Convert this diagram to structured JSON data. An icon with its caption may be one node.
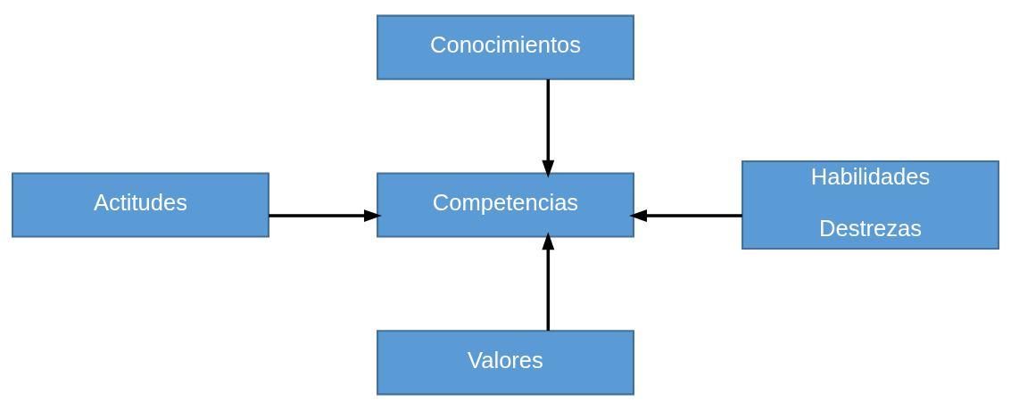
{
  "diagram": {
    "nodes": [
      {
        "text": [
          "Conocimientos"
        ]
      },
      {
        "text": [
          "Actitudes"
        ]
      },
      {
        "text": [
          "Competencias"
        ]
      },
      {
        "text": [
          "Habilidades",
          "Destrezas"
        ]
      },
      {
        "text": [
          "Valores"
        ]
      }
    ],
    "edges": [
      {
        "from": 0,
        "to": 2,
        "arrow": "to"
      },
      {
        "from": 1,
        "to": 2,
        "arrow": "to"
      },
      {
        "from": 3,
        "to": 2,
        "arrow": "to"
      },
      {
        "from": 4,
        "to": 2,
        "arrow": "to"
      }
    ]
  }
}
